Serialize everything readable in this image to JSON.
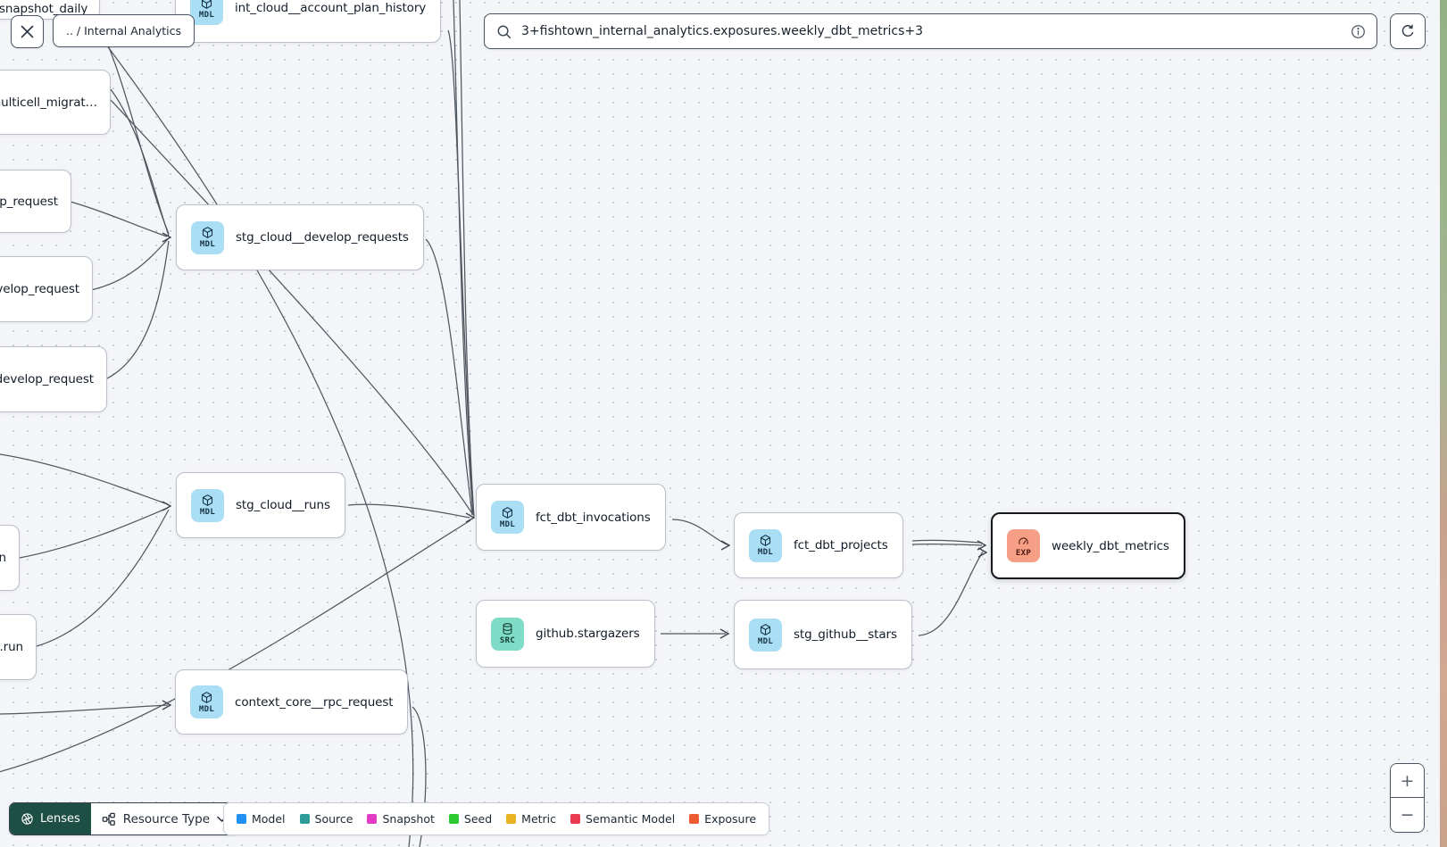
{
  "header": {
    "breadcrumb": ".. / Internal Analytics",
    "search": {
      "value": "3+fishtown_internal_analytics.exposures.weekly_dbt_metrics+3",
      "icons": [
        "search-icon",
        "info-icon"
      ]
    },
    "close_icon": "close-icon",
    "refresh_icon": "refresh-icon"
  },
  "graph": {
    "selected_node": "weekly_dbt_metrics",
    "nodes": [
      {
        "id": "snapshot_daily",
        "label": "snapshot_daily",
        "badge": null,
        "note": "clipped-top-left"
      },
      {
        "id": "int_cloud__account_plan_history",
        "label": "int_cloud__account_plan_history",
        "badge": "MDL",
        "type": "model"
      },
      {
        "id": "multicell_migrat",
        "label": "multicell_migrat…",
        "badge": null,
        "note": "clipped-left"
      },
      {
        "id": "p_request",
        "label": "p_request",
        "badge": null,
        "note": "clipped-left"
      },
      {
        "id": "velop_request",
        "label": "velop_request",
        "badge": null,
        "note": "clipped-left"
      },
      {
        "id": "develop_request",
        "label": ".develop_request",
        "badge": null,
        "note": "clipped-left"
      },
      {
        "id": "stg_cloud__develop_requests",
        "label": "stg_cloud__develop_requests",
        "badge": "MDL",
        "type": "model"
      },
      {
        "id": "stg_cloud__runs",
        "label": "stg_cloud__runs",
        "badge": "MDL",
        "type": "model"
      },
      {
        "id": "n",
        "label": "n",
        "badge": null,
        "note": "clipped-left"
      },
      {
        "id": "run",
        "label": ".run",
        "badge": null,
        "note": "clipped-left"
      },
      {
        "id": "context_core__rpc_request",
        "label": "context_core__rpc_request",
        "badge": "MDL",
        "type": "model"
      },
      {
        "id": "fct_dbt_invocations",
        "label": "fct_dbt_invocations",
        "badge": "MDL",
        "type": "model"
      },
      {
        "id": "github.stargazers",
        "label": "github.stargazers",
        "badge": "SRC",
        "type": "source"
      },
      {
        "id": "fct_dbt_projects",
        "label": "fct_dbt_projects",
        "badge": "MDL",
        "type": "model"
      },
      {
        "id": "stg_github__stars",
        "label": "stg_github__stars",
        "badge": "MDL",
        "type": "model"
      },
      {
        "id": "weekly_dbt_metrics",
        "label": "weekly_dbt_metrics",
        "badge": "EXP",
        "type": "exposure",
        "selected": true
      }
    ],
    "edges": [
      {
        "from": "snapshot_daily",
        "to": "stg_cloud__develop_requests"
      },
      {
        "from": "multicell_migrat",
        "to": "stg_cloud__develop_requests"
      },
      {
        "from": "multicell_migrat",
        "to": "fct_dbt_invocations"
      },
      {
        "from": "p_request",
        "to": "stg_cloud__develop_requests"
      },
      {
        "from": "velop_request",
        "to": "stg_cloud__develop_requests"
      },
      {
        "from": "develop_request",
        "to": "stg_cloud__develop_requests"
      },
      {
        "from": "stg_cloud__develop_requests",
        "to": "fct_dbt_invocations"
      },
      {
        "from": "int_cloud__account_plan_history",
        "to": "fct_dbt_invocations"
      },
      {
        "from": "offscreen-top",
        "to": "fct_dbt_invocations"
      },
      {
        "from": "offscreen-top-2",
        "to": "fct_dbt_invocations"
      },
      {
        "from": "offscreen-left",
        "to": "stg_cloud__runs"
      },
      {
        "from": "n",
        "to": "stg_cloud__runs"
      },
      {
        "from": "run",
        "to": "stg_cloud__runs"
      },
      {
        "from": "stg_cloud__runs",
        "to": "fct_dbt_invocations"
      },
      {
        "from": "offscreen-bottom-left",
        "to": "fct_dbt_invocations"
      },
      {
        "from": "offscreen-left",
        "to": "context_core__rpc_request"
      },
      {
        "from": "context_core__rpc_request",
        "to": "offscreen-bottom"
      },
      {
        "from": "snapshot_daily",
        "to": "offscreen-bottom"
      },
      {
        "from": "fct_dbt_invocations",
        "to": "fct_dbt_projects"
      },
      {
        "from": "fct_dbt_projects",
        "to": "weekly_dbt_metrics"
      },
      {
        "from": "fct_dbt_invocations",
        "to": "weekly_dbt_metrics"
      },
      {
        "from": "github.stargazers",
        "to": "stg_github__stars"
      },
      {
        "from": "stg_github__stars",
        "to": "weekly_dbt_metrics"
      }
    ]
  },
  "footer": {
    "lenses_label": "Lenses",
    "resource_type_label": "Resource Type",
    "legend": [
      {
        "label": "Model",
        "color": "#2191F4"
      },
      {
        "label": "Source",
        "color": "#2E9D9A"
      },
      {
        "label": "Snapshot",
        "color": "#E23CC6"
      },
      {
        "label": "Seed",
        "color": "#2EC930"
      },
      {
        "label": "Metric",
        "color": "#E9B220"
      },
      {
        "label": "Semantic Model",
        "color": "#E93A52"
      },
      {
        "label": "Exposure",
        "color": "#EF5B32"
      }
    ]
  },
  "zoom_controls": {
    "zoom_in": "+",
    "zoom_out": "−"
  },
  "colors": {
    "lenses_bg": "#1D4F44",
    "model_badge_bg": "#A9DEF4",
    "source_badge_bg": "#7FDCC7",
    "exposure_badge_bg": "#F79E87",
    "canvas_bg": "#F4F5F8",
    "edge": "#51575F",
    "selected_border": "#15181E"
  }
}
